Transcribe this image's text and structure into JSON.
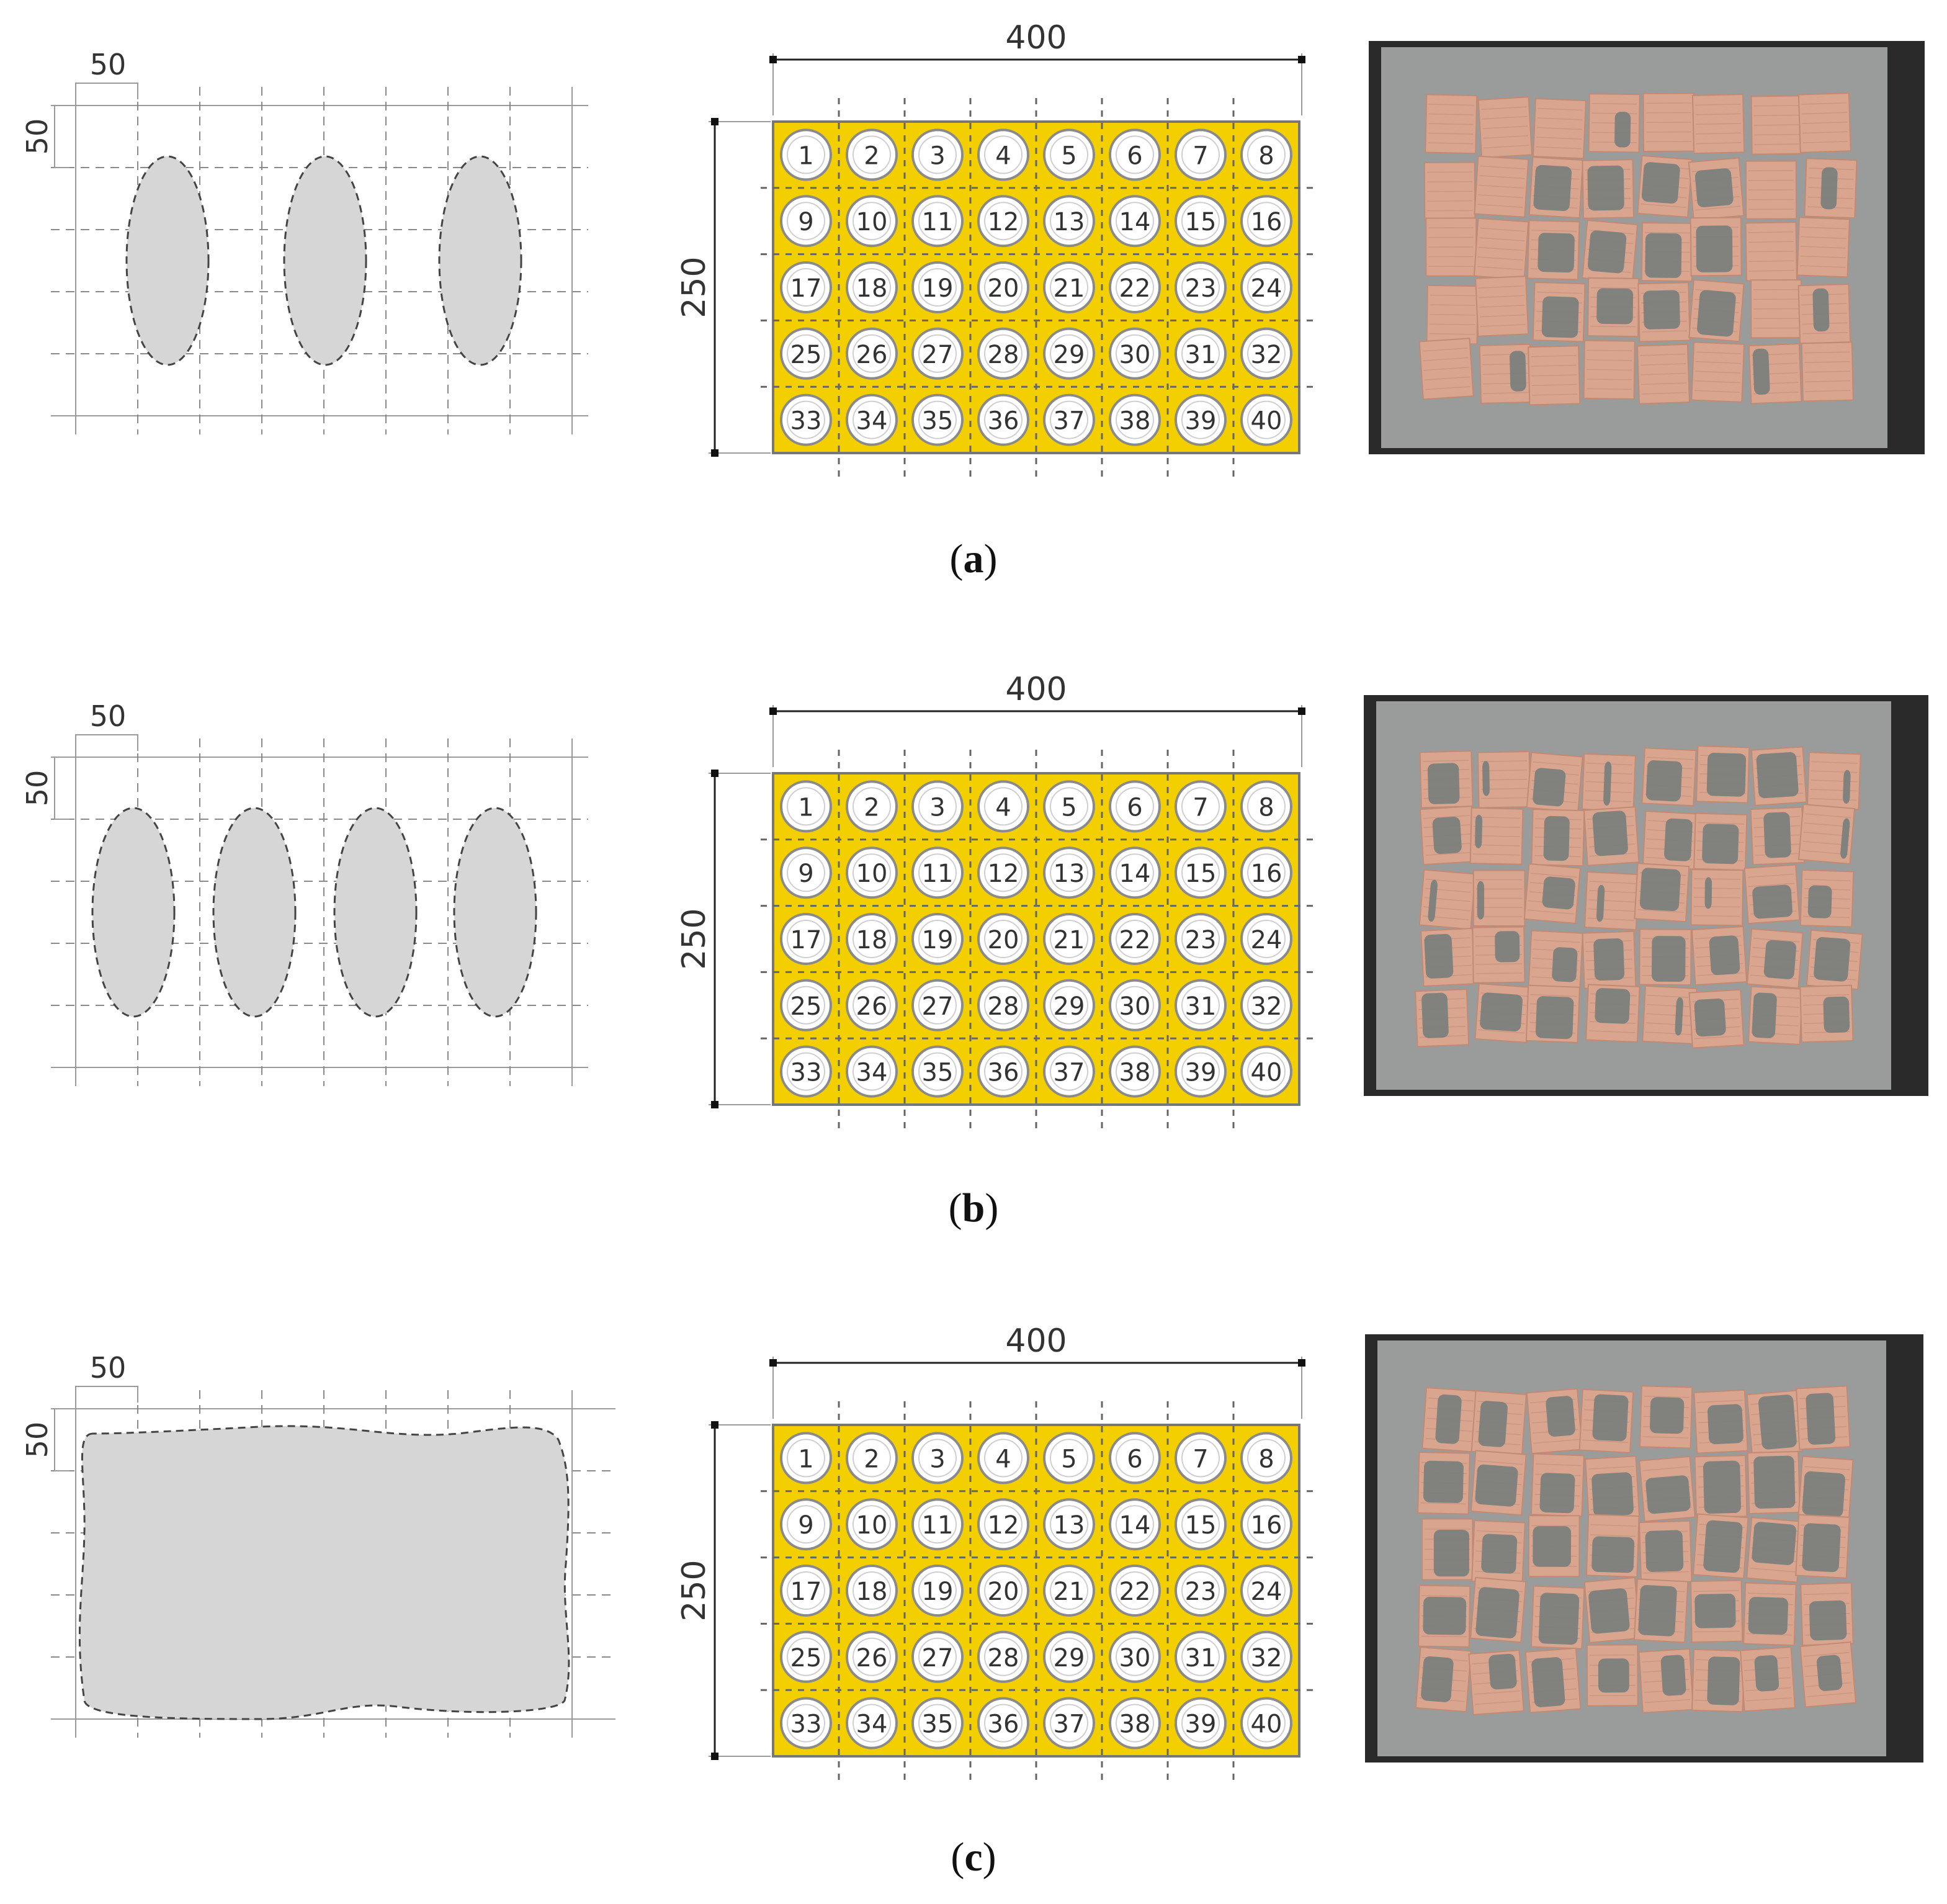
{
  "panels": [
    {
      "caption_letter": "a",
      "sketch": {
        "spacing_label": "50",
        "top_label": "50",
        "blob_count": 3,
        "pattern": "ellipses"
      },
      "layout": {
        "width_label": "400",
        "height_label": "250"
      },
      "photo": {
        "content": "tiles"
      }
    },
    {
      "caption_letter": "b",
      "sketch": {
        "spacing_label": "50",
        "top_label": "50",
        "blob_count": 4,
        "pattern": "ellipses"
      },
      "layout": {
        "width_label": "400",
        "height_label": "250"
      },
      "photo": {
        "content": "tiles"
      }
    },
    {
      "caption_letter": "c",
      "sketch": {
        "spacing_label": "50",
        "top_label": "50",
        "blob_count": 1,
        "pattern": "full-area"
      },
      "layout": {
        "width_label": "400",
        "height_label": "250"
      },
      "photo": {
        "content": "tiles"
      }
    }
  ],
  "cell_numbers": [
    "1",
    "2",
    "3",
    "4",
    "5",
    "6",
    "7",
    "8",
    "9",
    "10",
    "11",
    "12",
    "13",
    "14",
    "15",
    "16",
    "17",
    "18",
    "19",
    "20",
    "21",
    "22",
    "23",
    "24",
    "25",
    "26",
    "27",
    "28",
    "29",
    "30",
    "31",
    "32",
    "33",
    "34",
    "35",
    "36",
    "37",
    "38",
    "39",
    "40"
  ],
  "colors": {
    "cell_yellow": "#f3cf00",
    "blob_gray": "#d6d6d6",
    "tile_terracotta": "#d9a58f",
    "mortar_gray": "#7c7f7c",
    "slab_gray": "#9a9c9c",
    "photo_background": "#2a2a2a"
  }
}
